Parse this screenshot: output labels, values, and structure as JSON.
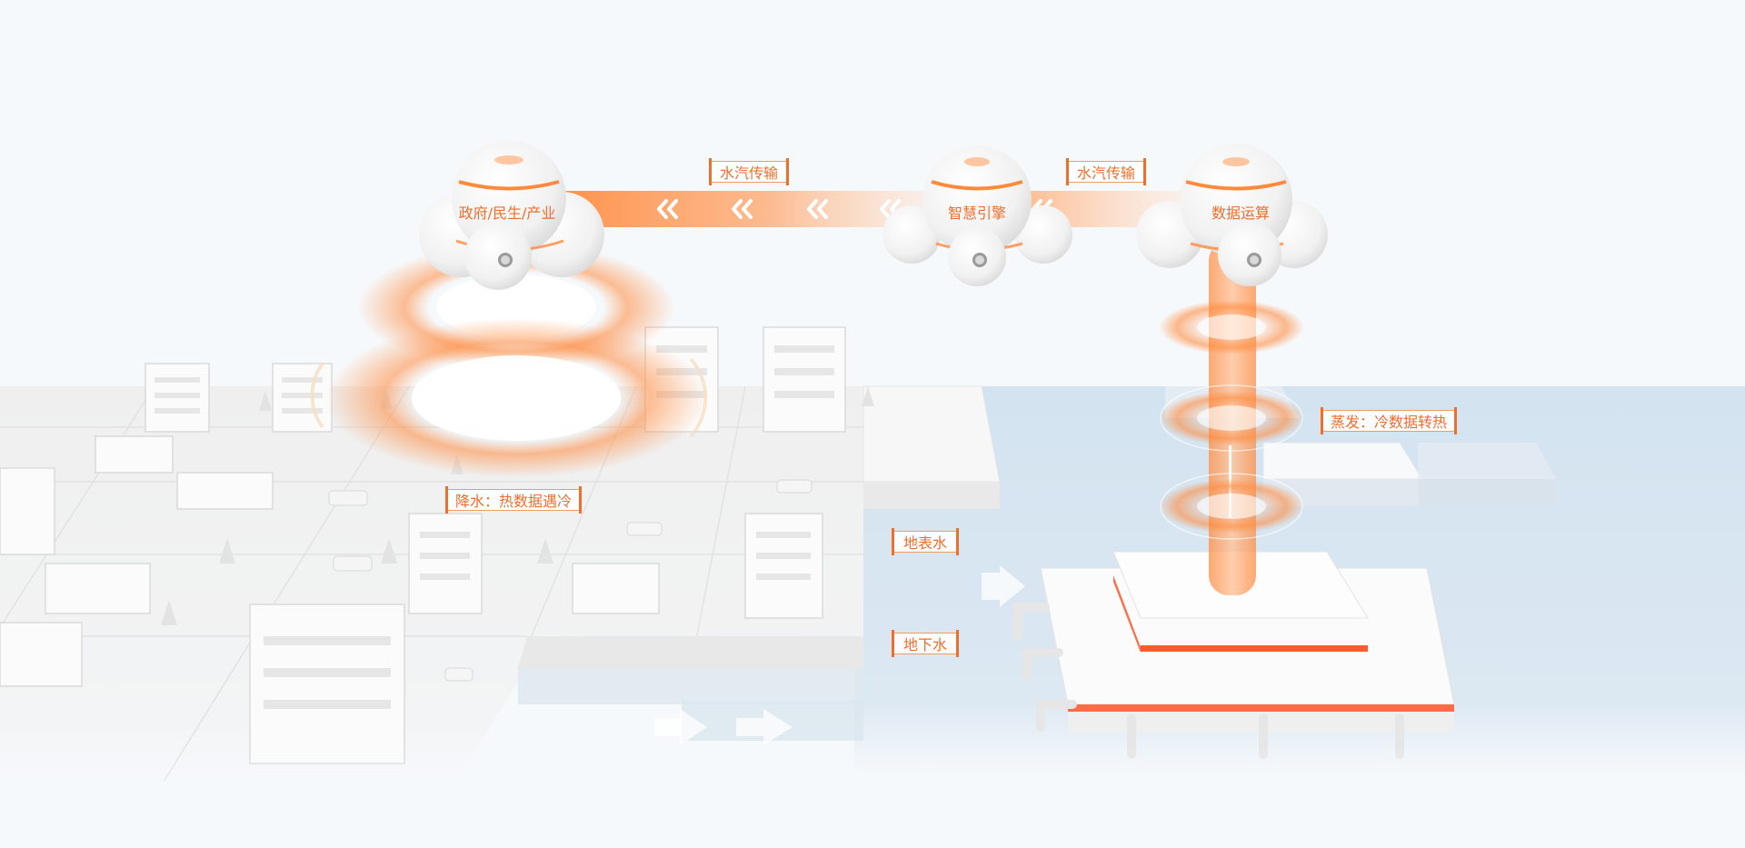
{
  "nodes": {
    "gov": "政府/民生/产业",
    "engine": "智慧引擎",
    "compute": "数据运算"
  },
  "labels": {
    "vapor_left": "水汽传输",
    "vapor_right": "水汽传输",
    "precipitation": "降水：热数据遇冷",
    "evaporation": "蒸发：冷数据转热",
    "surface_water": "地表水",
    "groundwater": "地下水"
  },
  "colors": {
    "accent": "#ee6f2c",
    "beam": "#ff8a3d",
    "water": "#c9dceb",
    "ground": "#eeeeee",
    "background": "#f6f9fc"
  }
}
